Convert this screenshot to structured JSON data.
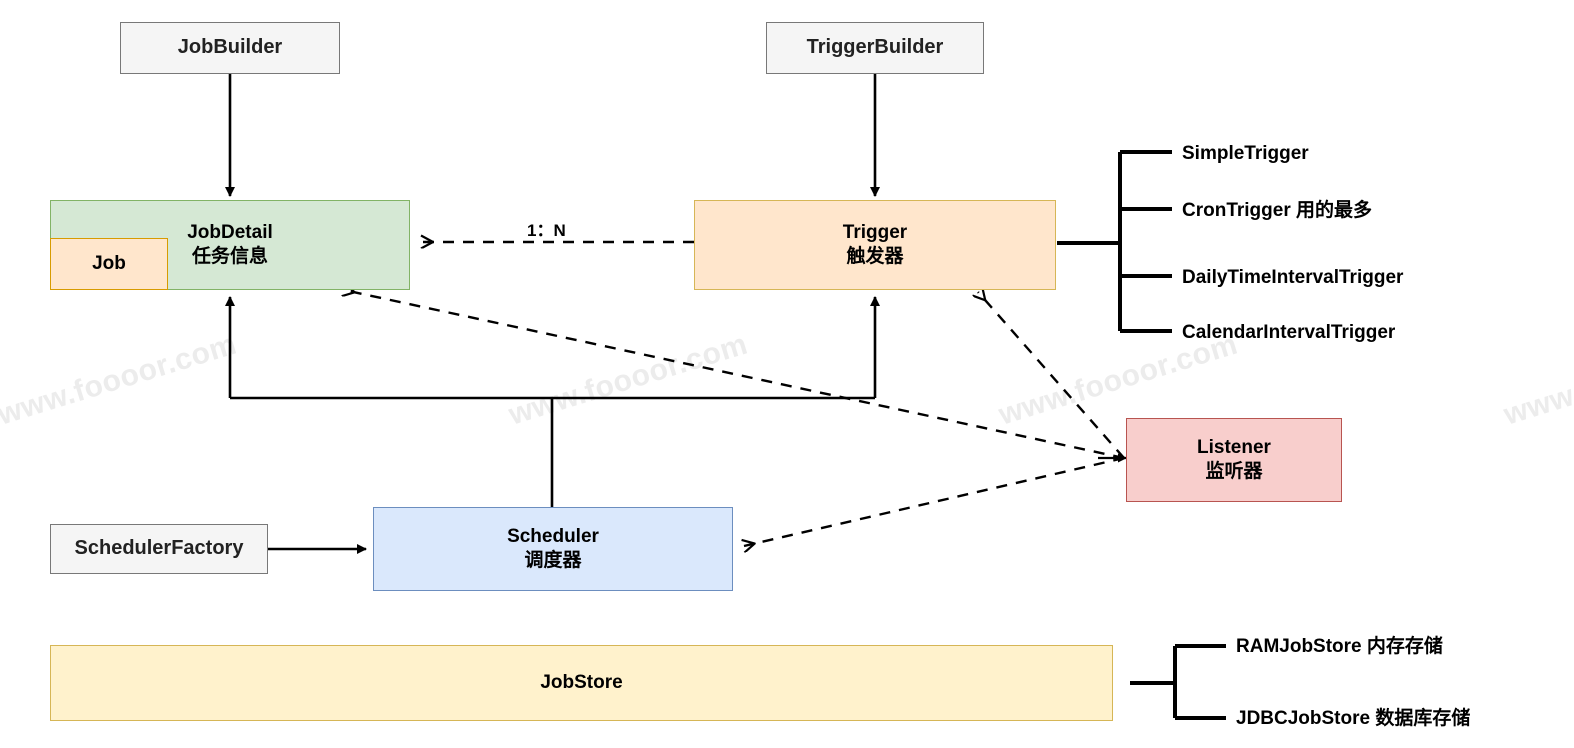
{
  "diagram": {
    "title": "Quartz architecture diagram",
    "colors": {
      "plain_fill": "#f5f5f5",
      "plain_stroke": "#787878",
      "green_fill": "#d5e8d4",
      "green_stroke": "#82b366",
      "orange_fill": "#ffe6cc",
      "orange_stroke": "#d6b656",
      "job_stroke": "#d79b00",
      "blue_fill": "#dae8fc",
      "blue_stroke": "#6c8ebf",
      "pink_fill": "#f8cecc",
      "pink_stroke": "#b85450",
      "yellow_fill": "#fff2cc",
      "yellow_stroke": "#d6b656",
      "line": "#000000",
      "watermark": "#ececec"
    },
    "nodes": {
      "job_builder": {
        "title": "JobBuilder",
        "subtitle": ""
      },
      "trigger_builder": {
        "title": "TriggerBuilder",
        "subtitle": ""
      },
      "job_detail": {
        "title": "JobDetail",
        "subtitle": "任务信息"
      },
      "job": {
        "title": "Job",
        "subtitle": ""
      },
      "trigger": {
        "title": "Trigger",
        "subtitle": "触发器"
      },
      "listener": {
        "title": "Listener",
        "subtitle": "监听器"
      },
      "scheduler": {
        "title": "Scheduler",
        "subtitle": "调度器"
      },
      "scheduler_factory": {
        "title": "SchedulerFactory",
        "subtitle": ""
      },
      "job_store": {
        "title": "JobStore",
        "subtitle": ""
      }
    },
    "edge_labels": {
      "job_detail_trigger": "1：N"
    },
    "trigger_types": [
      {
        "label": "SimpleTrigger"
      },
      {
        "label": "CronTrigger  用的最多"
      },
      {
        "label": "DailyTimeIntervalTrigger"
      },
      {
        "label": "CalendarIntervalTrigger"
      }
    ],
    "job_store_types": [
      {
        "label": "RAMJobStore 内存存储"
      },
      {
        "label": "JDBCJobStore 数据库存储"
      }
    ],
    "watermarks": [
      {
        "text": "www.foooor.com"
      },
      {
        "text": "www.foooor.com"
      },
      {
        "text": "www.foooor.com"
      },
      {
        "text": "www.f"
      }
    ]
  }
}
